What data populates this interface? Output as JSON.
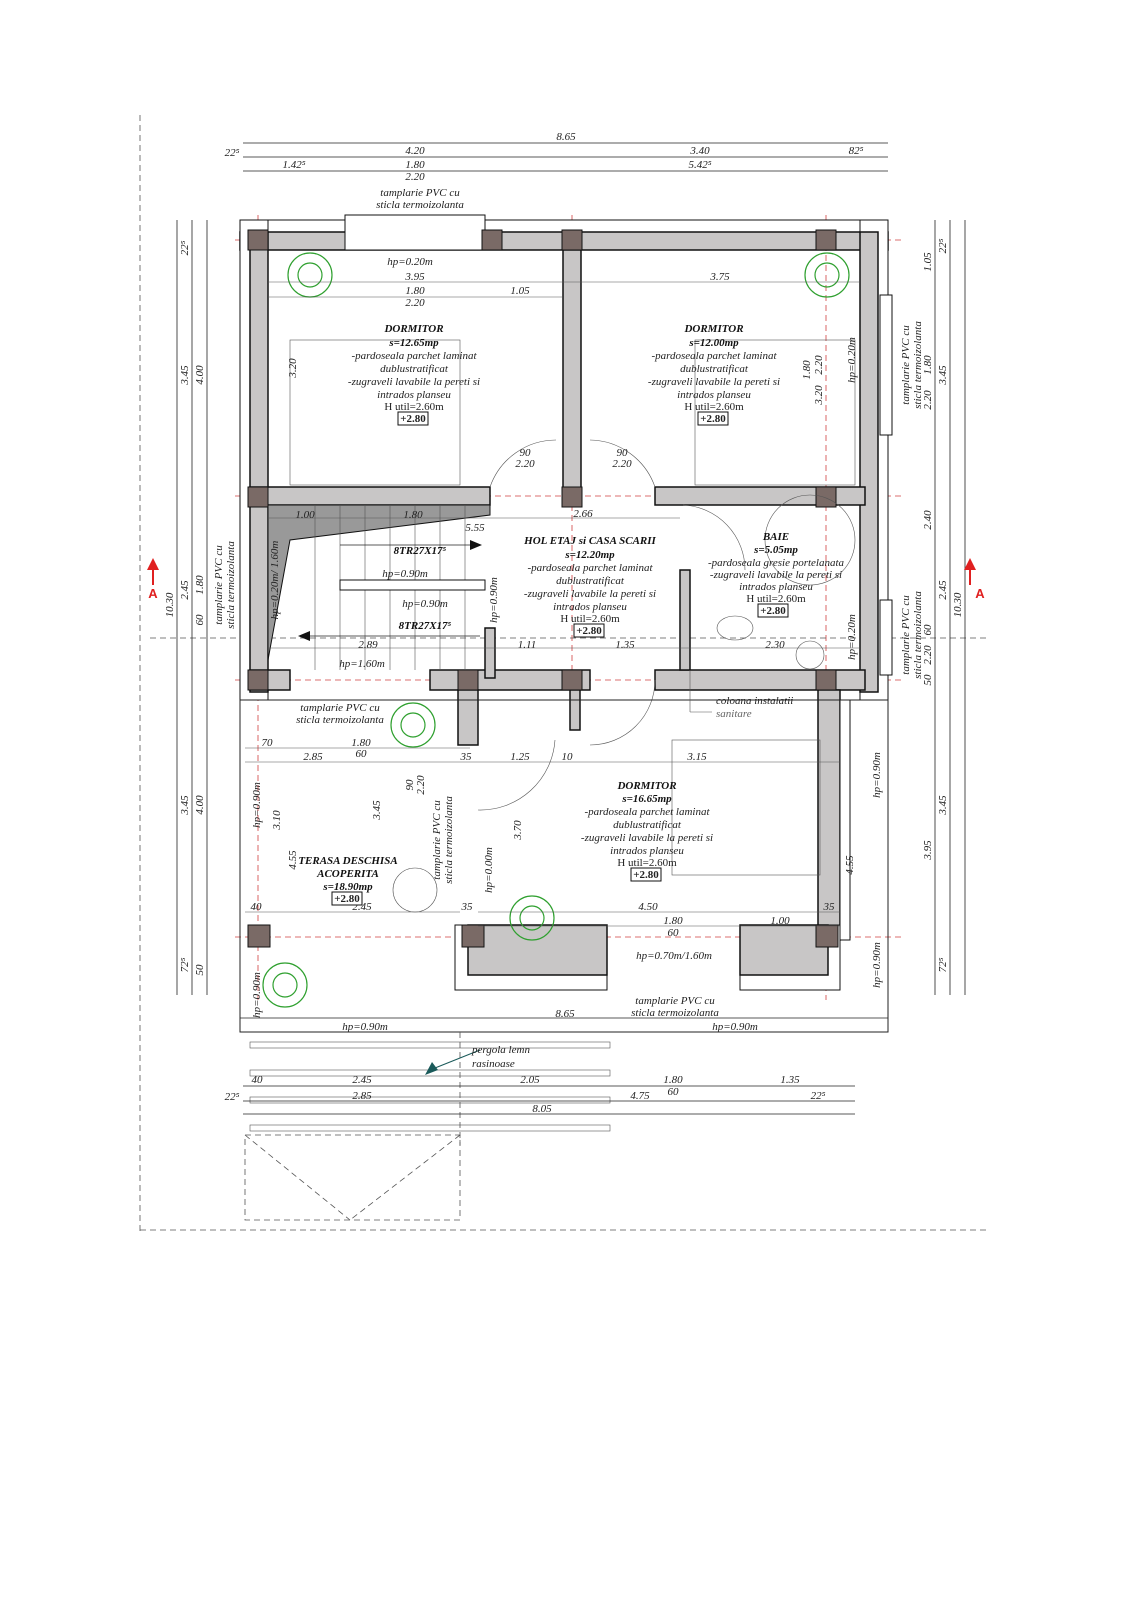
{
  "rooms": [
    {
      "name": "DORMITOR",
      "area": "s=12.65mp",
      "lines": [
        "-pardoseala parchet laminat",
        "dublustratificat",
        "-zugraveli lavabile la pereti si",
        "intrados planseu"
      ],
      "height": "H util=2.60m",
      "level": "+2.80"
    },
    {
      "name": "DORMITOR",
      "area": "s=12.00mp",
      "lines": [
        "-pardoseala parchet laminat",
        "dublustratificat",
        "-zugraveli lavabile la pereti si",
        "intrados planseu"
      ],
      "height": "H util=2.60m",
      "level": "+2.80"
    },
    {
      "name": "HOL ETAJ si CASA SCARII",
      "area": "s=12.20mp",
      "lines": [
        "-pardoseala parchet laminat",
        "dublustratificat",
        "-zugraveli lavabile la pereti si",
        "intrados planseu"
      ],
      "height": "H util=2.60m",
      "level": "+2.80"
    },
    {
      "name": "BAIE",
      "area": "s=5.05mp",
      "lines": [
        "-pardoseala gresie portelanata",
        "-zugraveli lavabile la pereti si",
        "intrados planseu"
      ],
      "height": "H util=2.60m",
      "level": "+2.80"
    },
    {
      "name": "DORMITOR",
      "area": "s=16.65mp",
      "lines": [
        "-pardoseala parchet laminat",
        "dublustratificat",
        "-zugraveli lavabile la pereti si",
        "intrados planseu"
      ],
      "height": "H util=2.60m",
      "level": "+2.80"
    },
    {
      "name": "TERASA DESCHISA",
      "name2": "ACOPERITA",
      "area": "s=18.90mp",
      "level": "+2.80"
    }
  ],
  "annotations": {
    "window_top": [
      "tamplarie PVC cu",
      "sticla termoizolanta"
    ],
    "window_left": [
      "tamplarie PVC cu",
      "sticla termoizolanta"
    ],
    "window_right_upper": [
      "tamplarie PVC cu",
      "sticla termoizolanta"
    ],
    "window_right_lower": [
      "tamplarie PVC cu",
      "sticla termoizolanta"
    ],
    "window_terrace": [
      "tamplarie PVC cu",
      "sticla termoizolanta"
    ],
    "window_terrace_inner": [
      "tamplarie PVC cu",
      "sticla termoizolanta"
    ],
    "window_bottom": [
      "tamplarie PVC cu",
      "sticla termoizolanta"
    ],
    "column_note": [
      "coloana instalatii",
      "sanitare"
    ],
    "pergola": [
      "pergola lemn",
      "rasinoase"
    ],
    "stairs_up": "8TR27X17⁵",
    "stairs_down": "8TR27X17⁵",
    "hp_top": "hp=0.20m",
    "hp_stair1": "hp=0.90m",
    "hp_stair2": "hp=0.90m",
    "hp_stair3": "hp=0.90m",
    "hp_stair4": "hp=1.60m",
    "hp_left": "hp=0.20m/ 1.60m",
    "hp_right1": "hp=0.20m",
    "hp_right2": "hp=0.20m",
    "hp_bottom_win": "hp=0.70m/1.60m",
    "hp_terrace_left": "hp=0.90m",
    "hp_terrace_left2": "hp=0.90m",
    "hp_terrace_bottom1": "hp=0.90m",
    "hp_terrace_bottom2": "hp=0.90m",
    "hp_terrace_right": "hp=0.90m",
    "hp_terrace_right2": "hp=0.90m",
    "hp_hall": "hp=0.00m",
    "section_left": "A",
    "section_right": "A"
  },
  "dimensions": {
    "top": {
      "total": "8.65",
      "row2": [
        "22⁵",
        "4.20",
        "3.40",
        "82⁵"
      ],
      "row3": [
        "1.42⁵",
        "1.80",
        "5.42⁵"
      ],
      "row3b": "2.20"
    },
    "bottom": {
      "row1": [
        "40",
        "2.45",
        "2.05",
        "1.80",
        "1.35"
      ],
      "row1b": "60",
      "row2": [
        "22⁵",
        "2.85",
        "4.75",
        "22⁵"
      ],
      "total": "8.05",
      "inner": "8.65"
    },
    "left": [
      "22⁵",
      "3.45",
      "2.45",
      "3.45",
      "72⁵",
      "4.00",
      "1.80",
      "60",
      "4.00",
      "50",
      "10.30"
    ],
    "right": [
      "22⁵",
      "1.05",
      "1.80",
      "2.20",
      "3.45",
      "2.40",
      "2.45",
      "60",
      "2.20",
      "50",
      "3.45",
      "3.95",
      "72⁵",
      "10.30"
    ],
    "interior": [
      "3.95",
      "3.75",
      "1.80",
      "1.05",
      "2.20",
      "3.20",
      "3.20",
      "1.80",
      "2.20",
      "90",
      "2.20",
      "90",
      "2.20",
      "2.66",
      "5.55",
      "1.00",
      "1.80",
      "2.89",
      "1.11",
      "1.35",
      "2.30",
      "1.80",
      "2.85",
      "70",
      "60",
      "35",
      "1.25",
      "10",
      "3.15",
      "90",
      "2.20",
      "3.10",
      "3.45",
      "3.70",
      "4.55",
      "4.55",
      "2.45",
      "4.50",
      "1.80",
      "1.00",
      "60",
      "40",
      "35",
      "35"
    ]
  },
  "colors": {
    "wall": "#c8c6c6",
    "column": "#7a6a66",
    "axis": "#d04040",
    "section_arrow": "#e02020",
    "tree": "#2fa02f",
    "pointer": "#1a5a5a"
  }
}
